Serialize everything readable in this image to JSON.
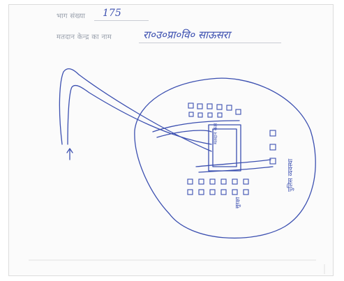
{
  "form": {
    "part_number_label": "भाग संख्या",
    "part_number_value": "175",
    "polling_station_label": "मतदान केन्द्र का नाम",
    "polling_station_value": "रा०उ०प्रा०वि० साऊसरा"
  },
  "sketch": {
    "inner_box_text": "मतदान कक्ष",
    "right_label": "पुलिस व्यवस्था",
    "bottom_label": "सुरक्षा"
  },
  "colors": {
    "ink": "#3b4fb0",
    "print": "#9aa1ad"
  }
}
